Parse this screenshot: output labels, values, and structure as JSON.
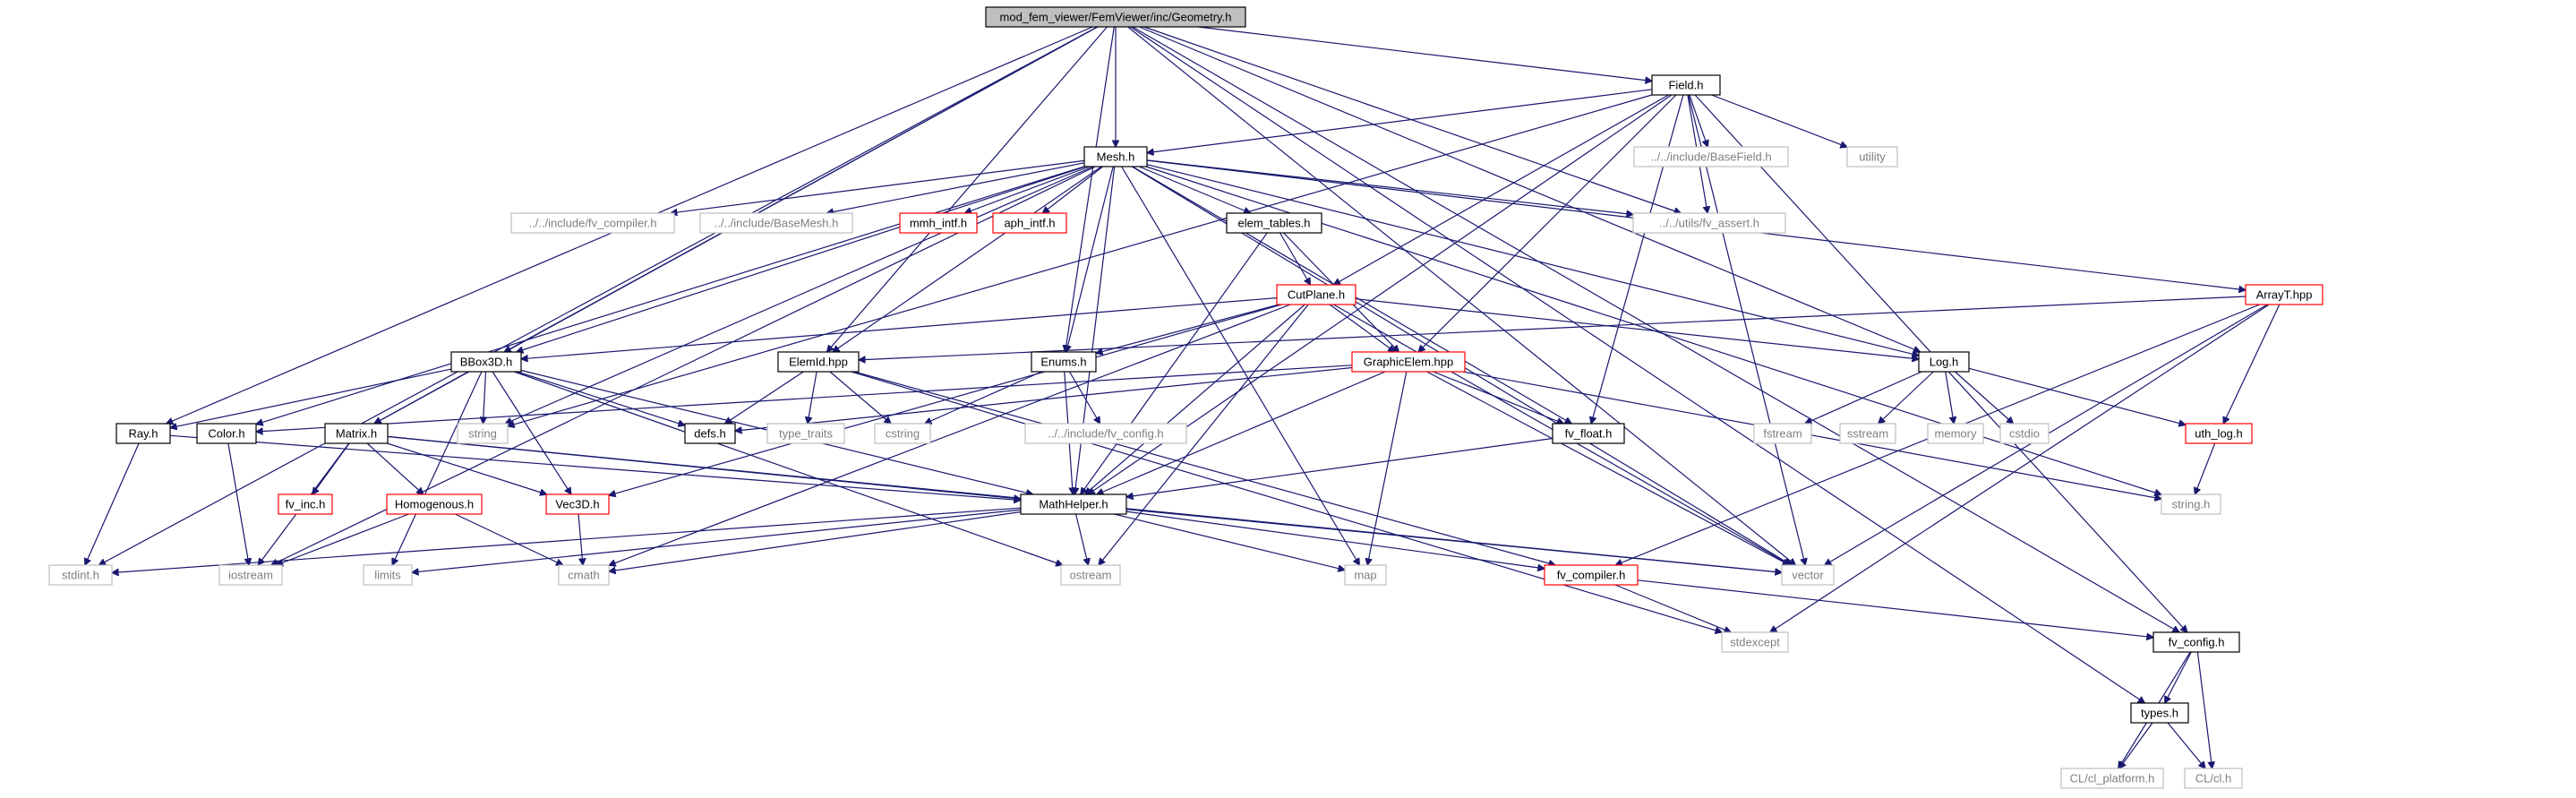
{
  "colors": {
    "edge": "#191970",
    "node_fill": "#ffffff",
    "highlight_fill": "#bfbfbf",
    "border_documented": "#000000",
    "border_missing": "#ff0000",
    "border_system": "#bfbfbf",
    "text_normal": "#000000",
    "text_system": "#7f7f7f"
  },
  "nodes": [
    {
      "id": "geometry",
      "label": "mod_fem_viewer/FemViewer/inc/Geometry.h",
      "style": "highlight"
    },
    {
      "id": "field",
      "label": "Field.h",
      "style": "normal"
    },
    {
      "id": "mesh",
      "label": "Mesh.h",
      "style": "normal"
    },
    {
      "id": "basefield",
      "label": "../../include/BaseField.h",
      "style": "system"
    },
    {
      "id": "utility",
      "label": "utility",
      "style": "system"
    },
    {
      "id": "fvcompiler_inc",
      "label": "../../include/fv_compiler.h",
      "style": "system"
    },
    {
      "id": "basemesh",
      "label": "../../include/BaseMesh.h",
      "style": "system"
    },
    {
      "id": "mmh",
      "label": "mmh_intf.h",
      "style": "missing"
    },
    {
      "id": "aph",
      "label": "aph_intf.h",
      "style": "missing"
    },
    {
      "id": "elemtables",
      "label": "elem_tables.h",
      "style": "normal"
    },
    {
      "id": "fvassert",
      "label": "../../utils/fv_assert.h",
      "style": "system"
    },
    {
      "id": "cutplane",
      "label": "CutPlane.h",
      "style": "missing"
    },
    {
      "id": "arrayt",
      "label": "ArrayT.hpp",
      "style": "missing"
    },
    {
      "id": "bbox",
      "label": "BBox3D.h",
      "style": "normal"
    },
    {
      "id": "elemid",
      "label": "ElemId.hpp",
      "style": "normal"
    },
    {
      "id": "enums",
      "label": "Enums.h",
      "style": "normal"
    },
    {
      "id": "graphicelem",
      "label": "GraphicElem.hpp",
      "style": "missing"
    },
    {
      "id": "log",
      "label": "Log.h",
      "style": "normal"
    },
    {
      "id": "ray",
      "label": "Ray.h",
      "style": "normal"
    },
    {
      "id": "color",
      "label": "Color.h",
      "style": "normal"
    },
    {
      "id": "matrix",
      "label": "Matrix.h",
      "style": "normal"
    },
    {
      "id": "string",
      "label": "string",
      "style": "system"
    },
    {
      "id": "defs",
      "label": "defs.h",
      "style": "normal"
    },
    {
      "id": "typetraits",
      "label": "type_traits",
      "style": "system"
    },
    {
      "id": "cstring",
      "label": "cstring",
      "style": "system"
    },
    {
      "id": "fvconfig_inc",
      "label": "../../include/fv_config.h",
      "style": "system"
    },
    {
      "id": "fvfloat",
      "label": "fv_float.h",
      "style": "normal"
    },
    {
      "id": "fstream",
      "label": "fstream",
      "style": "system"
    },
    {
      "id": "sstream",
      "label": "sstream",
      "style": "system"
    },
    {
      "id": "memory",
      "label": "memory",
      "style": "system"
    },
    {
      "id": "cstdio",
      "label": "cstdio",
      "style": "system"
    },
    {
      "id": "uthlog",
      "label": "uth_log.h",
      "style": "missing"
    },
    {
      "id": "fvinc",
      "label": "fv_inc.h",
      "style": "missing"
    },
    {
      "id": "homogenous",
      "label": "Homogenous.h",
      "style": "missing"
    },
    {
      "id": "vec3d",
      "label": "Vec3D.h",
      "style": "missing"
    },
    {
      "id": "mathhelper",
      "label": "MathHelper.h",
      "style": "normal"
    },
    {
      "id": "stringh",
      "label": "string.h",
      "style": "system"
    },
    {
      "id": "stdint",
      "label": "stdint.h",
      "style": "system"
    },
    {
      "id": "iostream",
      "label": "iostream",
      "style": "system"
    },
    {
      "id": "limits",
      "label": "limits",
      "style": "system"
    },
    {
      "id": "cmath",
      "label": "cmath",
      "style": "system"
    },
    {
      "id": "ostream",
      "label": "ostream",
      "style": "system"
    },
    {
      "id": "map",
      "label": "map",
      "style": "system"
    },
    {
      "id": "fvcompiler",
      "label": "fv_compiler.h",
      "style": "missing"
    },
    {
      "id": "vector",
      "label": "vector",
      "style": "system"
    },
    {
      "id": "stdexcept",
      "label": "stdexcept",
      "style": "system"
    },
    {
      "id": "fvconfig",
      "label": "fv_config.h",
      "style": "normal"
    },
    {
      "id": "types",
      "label": "types.h",
      "style": "normal"
    },
    {
      "id": "clplatform",
      "label": "CL/cl_platform.h",
      "style": "system"
    },
    {
      "id": "cl",
      "label": "CL/cl.h",
      "style": "system"
    }
  ],
  "edges": [
    [
      "geometry",
      "field"
    ],
    [
      "geometry",
      "mesh"
    ],
    [
      "geometry",
      "bbox"
    ],
    [
      "geometry",
      "elemid"
    ],
    [
      "geometry",
      "enums"
    ],
    [
      "geometry",
      "ray"
    ],
    [
      "geometry",
      "matrix"
    ],
    [
      "geometry",
      "stdint"
    ],
    [
      "geometry",
      "types"
    ],
    [
      "geometry",
      "log"
    ],
    [
      "geometry",
      "vector"
    ],
    [
      "geometry",
      "fvconfig"
    ],
    [
      "geometry",
      "fvassert"
    ],
    [
      "field",
      "mesh"
    ],
    [
      "field",
      "basefield"
    ],
    [
      "field",
      "utility"
    ],
    [
      "field",
      "fvassert"
    ],
    [
      "field",
      "cutplane"
    ],
    [
      "field",
      "graphicelem"
    ],
    [
      "field",
      "fvfloat"
    ],
    [
      "field",
      "string"
    ],
    [
      "field",
      "vector"
    ],
    [
      "field",
      "fvconfig"
    ],
    [
      "field",
      "mathhelper"
    ],
    [
      "mesh",
      "fvcompiler_inc"
    ],
    [
      "mesh",
      "basemesh"
    ],
    [
      "mesh",
      "mmh"
    ],
    [
      "mesh",
      "aph"
    ],
    [
      "mesh",
      "elemtables"
    ],
    [
      "mesh",
      "fvassert"
    ],
    [
      "mesh",
      "arrayt"
    ],
    [
      "mesh",
      "bbox"
    ],
    [
      "mesh",
      "elemid"
    ],
    [
      "mesh",
      "enums"
    ],
    [
      "mesh",
      "color"
    ],
    [
      "mesh",
      "string"
    ],
    [
      "mesh",
      "iostream"
    ],
    [
      "mesh",
      "mathhelper"
    ],
    [
      "mesh",
      "log"
    ],
    [
      "mesh",
      "fvfloat"
    ],
    [
      "mesh",
      "stringh"
    ],
    [
      "mesh",
      "vector"
    ],
    [
      "mesh",
      "map"
    ],
    [
      "elemtables",
      "cutplane"
    ],
    [
      "elemtables",
      "graphicelem"
    ],
    [
      "elemtables",
      "mathhelper"
    ],
    [
      "cutplane",
      "bbox"
    ],
    [
      "cutplane",
      "enums"
    ],
    [
      "cutplane",
      "graphicelem"
    ],
    [
      "cutplane",
      "log"
    ],
    [
      "cutplane",
      "mathhelper"
    ],
    [
      "cutplane",
      "vec3d"
    ],
    [
      "cutplane",
      "vector"
    ],
    [
      "cutplane",
      "cmath"
    ],
    [
      "cutplane",
      "ostream"
    ],
    [
      "arrayt",
      "elemid"
    ],
    [
      "arrayt",
      "uthlog"
    ],
    [
      "arrayt",
      "vector"
    ],
    [
      "arrayt",
      "fvcompiler"
    ],
    [
      "arrayt",
      "stdexcept"
    ],
    [
      "bbox",
      "ray"
    ],
    [
      "bbox",
      "matrix"
    ],
    [
      "bbox",
      "string"
    ],
    [
      "bbox",
      "defs"
    ],
    [
      "bbox",
      "vec3d"
    ],
    [
      "bbox",
      "mathhelper"
    ],
    [
      "bbox",
      "limits"
    ],
    [
      "bbox",
      "ostream"
    ],
    [
      "elemid",
      "defs"
    ],
    [
      "elemid",
      "typetraits"
    ],
    [
      "elemid",
      "cstring"
    ],
    [
      "elemid",
      "fvcompiler"
    ],
    [
      "elemid",
      "stdexcept"
    ],
    [
      "enums",
      "mathhelper"
    ],
    [
      "enums",
      "fvconfig_inc"
    ],
    [
      "enums",
      "cstring"
    ],
    [
      "graphicelem",
      "defs"
    ],
    [
      "graphicelem",
      "color"
    ],
    [
      "graphicelem",
      "fvfloat"
    ],
    [
      "graphicelem",
      "mathhelper"
    ],
    [
      "graphicelem",
      "map"
    ],
    [
      "graphicelem",
      "vector"
    ],
    [
      "graphicelem",
      "stringh"
    ],
    [
      "log",
      "fstream"
    ],
    [
      "log",
      "sstream"
    ],
    [
      "log",
      "memory"
    ],
    [
      "log",
      "cstdio"
    ],
    [
      "log",
      "uthlog"
    ],
    [
      "uthlog",
      "stringh"
    ],
    [
      "ray",
      "stdint"
    ],
    [
      "ray",
      "mathhelper"
    ],
    [
      "color",
      "iostream"
    ],
    [
      "matrix",
      "fvinc"
    ],
    [
      "matrix",
      "homogenous"
    ],
    [
      "matrix",
      "vec3d"
    ],
    [
      "matrix",
      "iostream"
    ],
    [
      "matrix",
      "mathhelper"
    ],
    [
      "matrix",
      "vector"
    ],
    [
      "homogenous",
      "iostream"
    ],
    [
      "homogenous",
      "cmath"
    ],
    [
      "vec3d",
      "cmath"
    ],
    [
      "fvfloat",
      "mathhelper"
    ],
    [
      "mathhelper",
      "stdint"
    ],
    [
      "mathhelper",
      "limits"
    ],
    [
      "mathhelper",
      "cmath"
    ],
    [
      "mathhelper",
      "ostream"
    ],
    [
      "mathhelper",
      "map"
    ],
    [
      "mathhelper",
      "fvcompiler"
    ],
    [
      "mathhelper",
      "vector"
    ],
    [
      "fvcompiler",
      "stdexcept"
    ],
    [
      "fvcompiler",
      "fvconfig"
    ],
    [
      "fvconfig",
      "types"
    ],
    [
      "fvconfig",
      "clplatform"
    ],
    [
      "fvconfig",
      "cl"
    ],
    [
      "types",
      "clplatform"
    ],
    [
      "types",
      "cl"
    ]
  ]
}
